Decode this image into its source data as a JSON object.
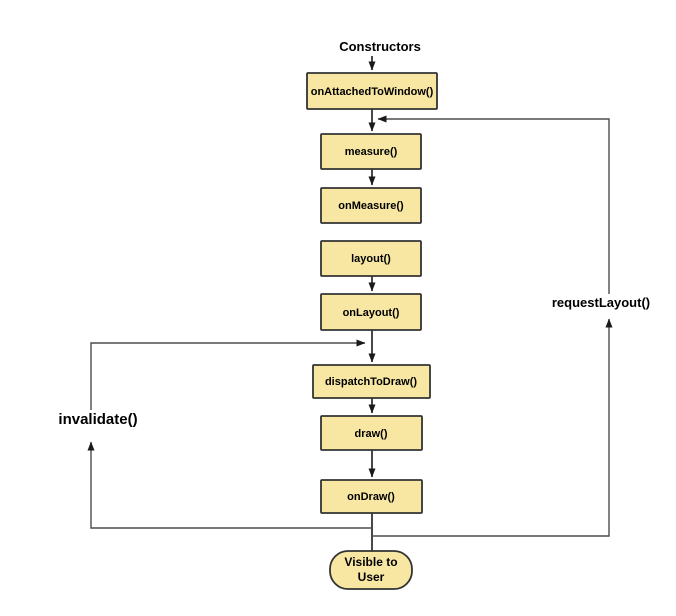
{
  "diagram": {
    "start_label": "Constructors",
    "nodes": [
      {
        "label": "onAttachedToWindow()"
      },
      {
        "label": "measure()"
      },
      {
        "label": "onMeasure()"
      },
      {
        "label": "layout()"
      },
      {
        "label": "onLayout()"
      },
      {
        "label": "dispatchToDraw()"
      },
      {
        "label": "draw()"
      },
      {
        "label": "onDraw()"
      }
    ],
    "terminal": {
      "line1": "Visible to",
      "line2": "User"
    },
    "loop_labels": {
      "invalidate": "invalidate()",
      "request_layout": "requestLayout()"
    },
    "colors": {
      "node_fill": "#F8E7A3",
      "node_border": "#333333",
      "connector": "#1A1A1A",
      "loop_line": "#4D4D4D",
      "text": "#000000",
      "background": "#FFFFFF"
    }
  }
}
